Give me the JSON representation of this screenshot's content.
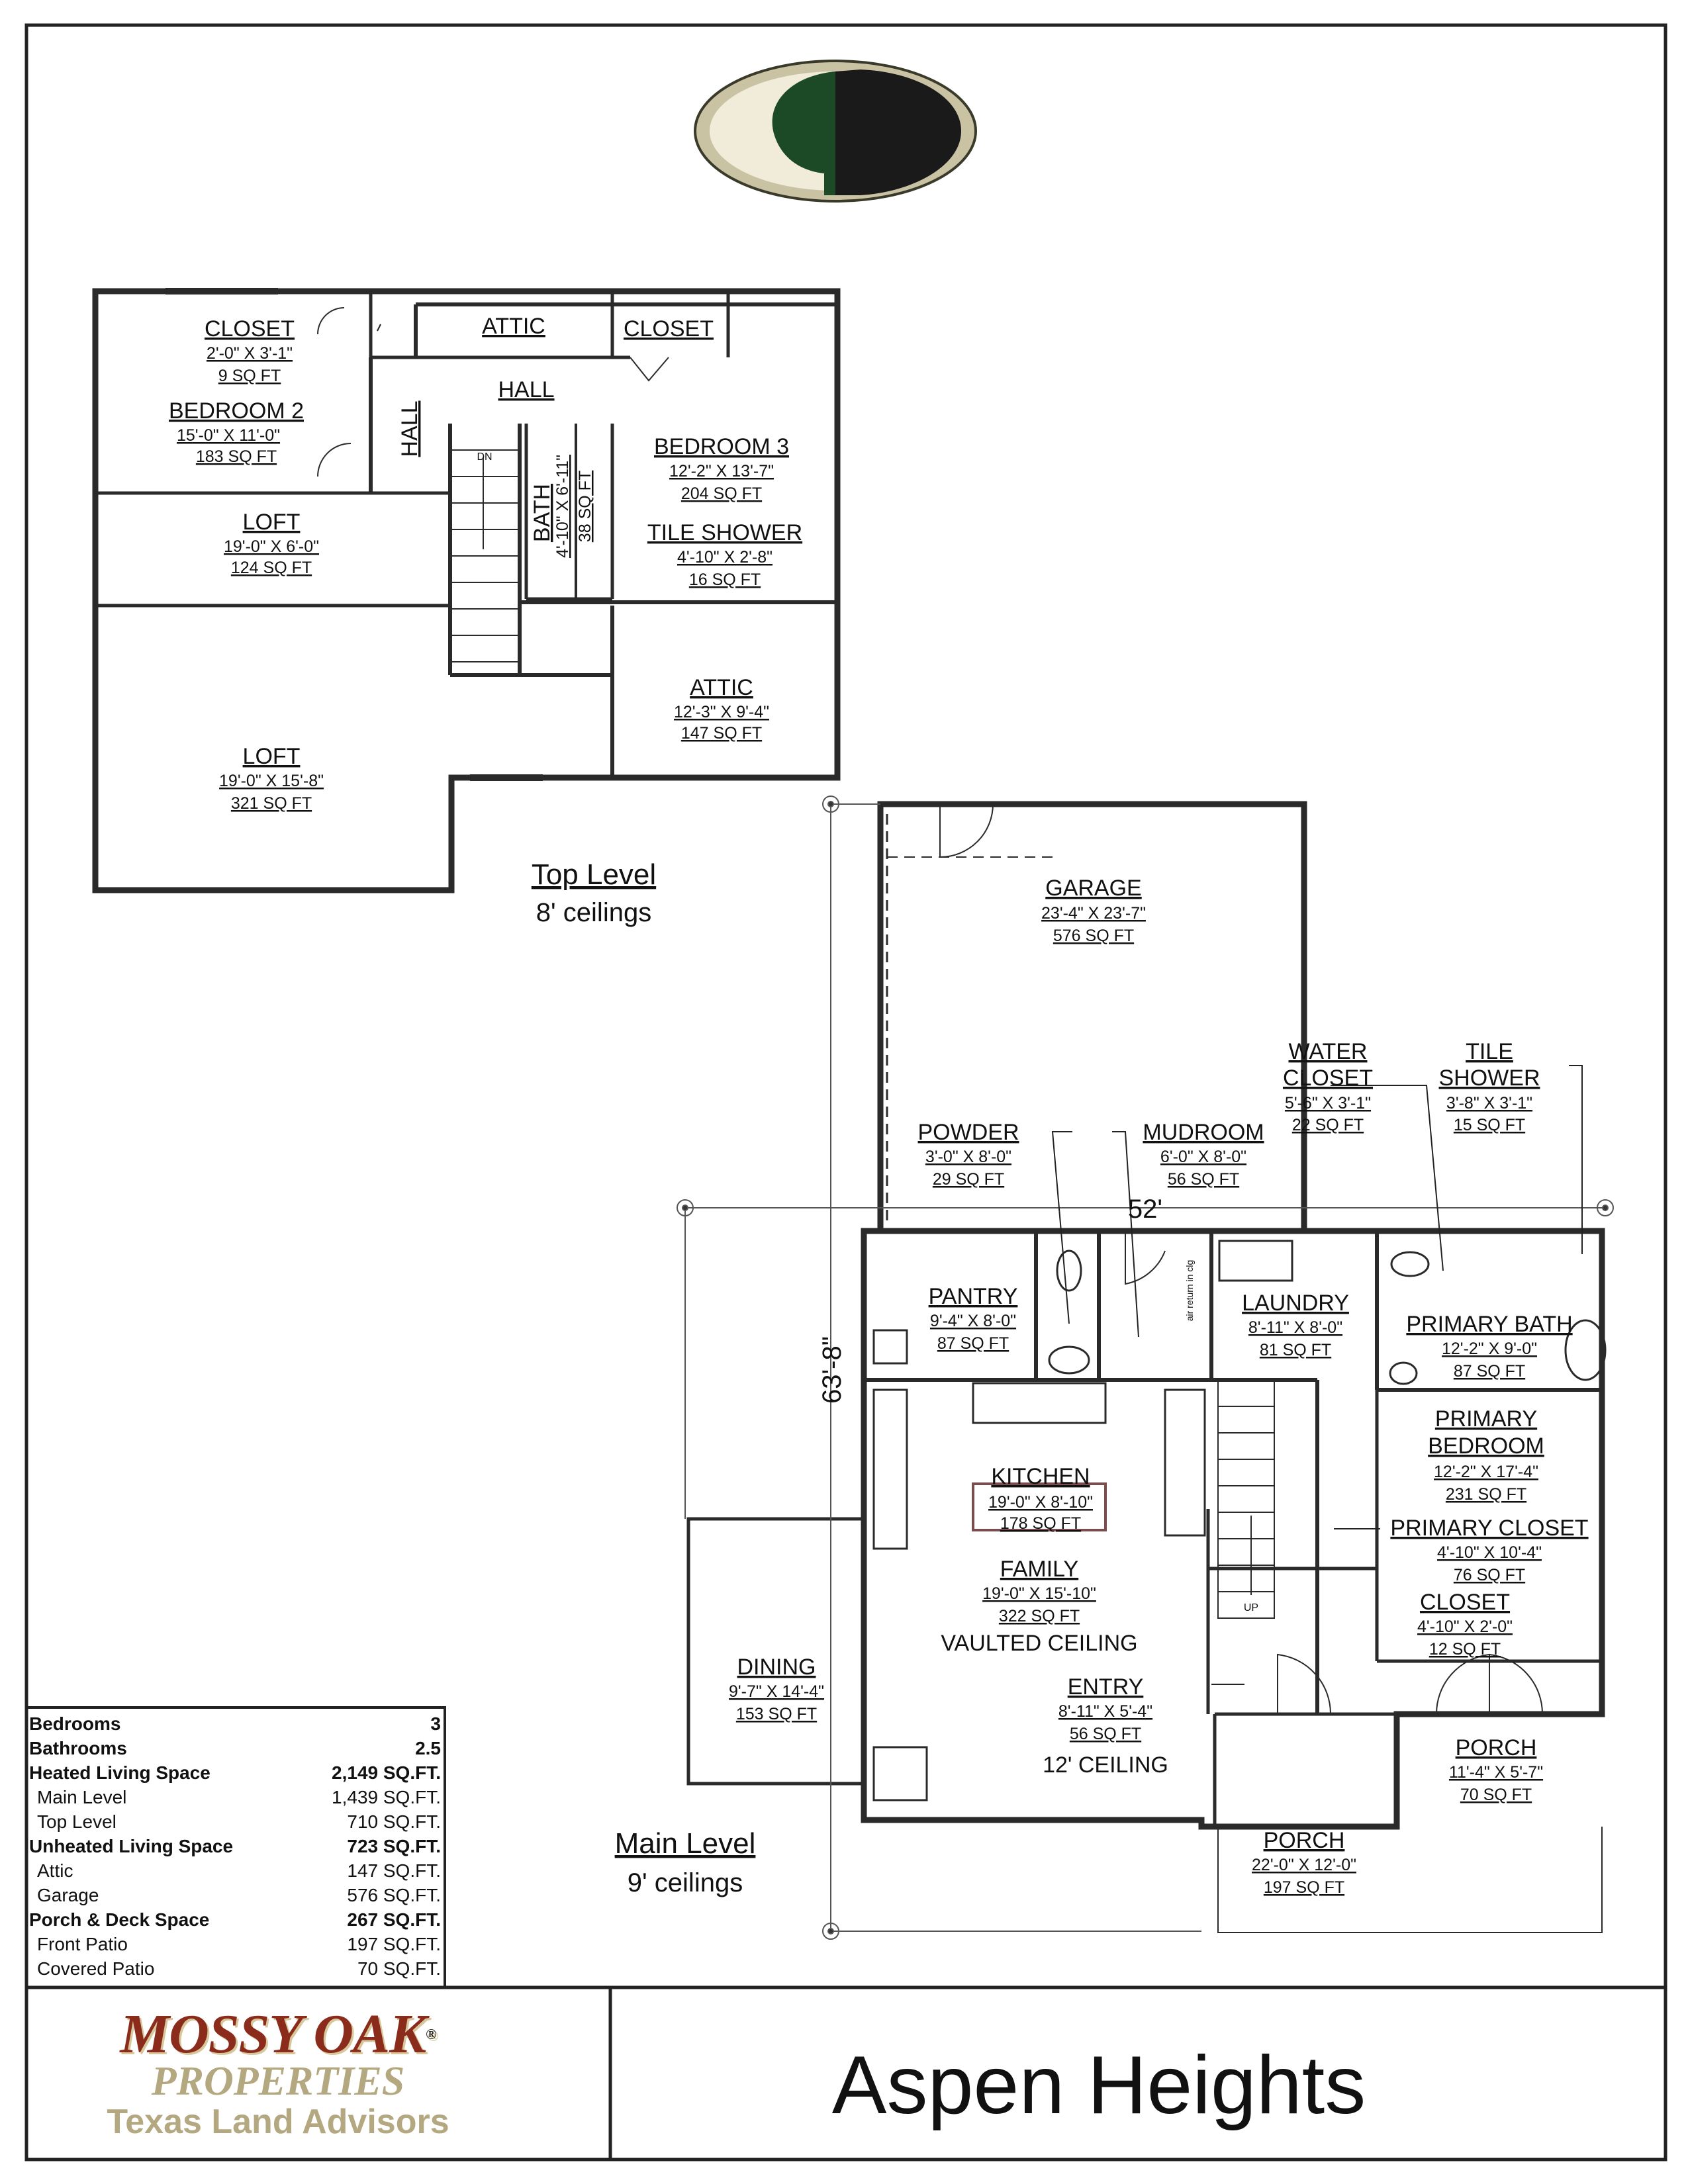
{
  "title": "Aspen Heights",
  "brand": {
    "line1": "MOSSY OAK",
    "reg": "®",
    "line2": "PROPERTIES",
    "line3": "Texas Land Advisors"
  },
  "levels": {
    "top": {
      "name": "Top Level",
      "ceiling": "8' ceilings"
    },
    "main": {
      "name": "Main Level",
      "ceiling": "9' ceilings"
    }
  },
  "rooms_top": {
    "closet_bed2": {
      "name": "CLOSET",
      "dim": "2'-0\" X 3'-1\"",
      "area": "9 SQ FT"
    },
    "attic_top": {
      "name": "ATTIC"
    },
    "closet_bed3": {
      "name": "CLOSET"
    },
    "hall_h": {
      "name": "HALL"
    },
    "hall_v": {
      "name": "HALL"
    },
    "bedroom2": {
      "name": "BEDROOM 2",
      "dim": "15'-0\" X 11'-0\"",
      "area": "183 SQ FT"
    },
    "bedroom3": {
      "name": "BEDROOM 3",
      "dim": "12'-2\" X 13'-7\"",
      "area": "204 SQ FT"
    },
    "bath": {
      "name": "BATH",
      "dim": "4'-10\" X 6'-11\"",
      "area": "38 SQ FT"
    },
    "tile_shower": {
      "name": "TILE SHOWER",
      "dim": "4'-10\" X 2'-8\"",
      "area": "16 SQ FT"
    },
    "loft_small": {
      "name": "LOFT",
      "dim": "19'-0\" X 6'-0\"",
      "area": "124 SQ FT"
    },
    "loft_large": {
      "name": "LOFT",
      "dim": "19'-0\" X 15'-8\"",
      "area": "321 SQ FT"
    },
    "attic": {
      "name": "ATTIC",
      "dim": "12'-3\" X 9'-4\"",
      "area": "147 SQ FT"
    },
    "stair_dn": "DN"
  },
  "rooms_main": {
    "garage": {
      "name": "GARAGE",
      "dim": "23'-4\" X 23'-7\"",
      "area": "576 SQ FT"
    },
    "water_closet": {
      "name1": "WATER",
      "name2": "CLOSET",
      "dim": "5'-6\" X 3'-1\"",
      "area": "22 SQ FT"
    },
    "tile_shower": {
      "name1": "TILE",
      "name2": "SHOWER",
      "dim": "3'-8\" X 3'-1\"",
      "area": "15 SQ FT"
    },
    "powder": {
      "name": "POWDER",
      "dim": "3'-0\" X 8'-0\"",
      "area": "29 SQ FT"
    },
    "mudroom": {
      "name": "MUDROOM",
      "dim": "6'-0\" X 8'-0\"",
      "area": "56 SQ FT"
    },
    "pantry": {
      "name": "PANTRY",
      "dim": "9'-4\" X 8'-0\"",
      "area": "87 SQ FT"
    },
    "laundry": {
      "name": "LAUNDRY",
      "dim": "8'-11\" X 8'-0\"",
      "area": "81 SQ FT"
    },
    "primary_bath": {
      "name": "PRIMARY BATH",
      "dim": "12'-2\" X 9'-0\"",
      "area": "87 SQ FT"
    },
    "primary_bedroom": {
      "name1": "PRIMARY",
      "name2": "BEDROOM",
      "dim": "12'-2\" X 17'-4\"",
      "area": "231 SQ FT"
    },
    "kitchen": {
      "name": "KITCHEN",
      "dim": "19'-0\" X 8'-10\"",
      "area": "178 SQ FT"
    },
    "primary_closet": {
      "name": "PRIMARY CLOSET",
      "dim": "4'-10\" X 10'-4\"",
      "area": "76 SQ FT"
    },
    "family": {
      "name": "FAMILY",
      "dim": "19'-0\" X 15'-10\"",
      "area": "322 SQ FT",
      "note": "VAULTED CEILING"
    },
    "closet": {
      "name": "CLOSET",
      "dim": "4'-10\" X 2'-0\"",
      "area": "12 SQ FT"
    },
    "dining": {
      "name": "DINING",
      "dim": "9'-7\" X 14'-4\"",
      "area": "153 SQ FT"
    },
    "entry": {
      "name": "ENTRY",
      "dim": "8'-11\" X 5'-4\"",
      "area": "56 SQ FT",
      "note": "12' CEILING"
    },
    "porch_small": {
      "name": "PORCH",
      "dim": "11'-4\" X 5'-7\"",
      "area": "70 SQ FT"
    },
    "porch_large": {
      "name": "PORCH",
      "dim": "22'-0\" X 12'-0\"",
      "area": "197 SQ FT"
    },
    "air_return": "air return in clg",
    "stair_up": "UP"
  },
  "dimensions": {
    "width": "52'",
    "depth": "63'-8\""
  },
  "stats": [
    {
      "label": "Bedrooms",
      "value": "3",
      "bold": true
    },
    {
      "label": "Bathrooms",
      "value": "2.5",
      "bold": true
    },
    {
      "label": "Heated Living Space",
      "value": "2,149 SQ.FT.",
      "bold": true
    },
    {
      "label": "Main Level",
      "value": "1,439 SQ.FT.",
      "bold": false
    },
    {
      "label": "Top Level",
      "value": "710 SQ.FT.",
      "bold": false
    },
    {
      "label": "Unheated Living Space",
      "value": "723 SQ.FT.",
      "bold": true
    },
    {
      "label": "Attic",
      "value": "147 SQ.FT.",
      "bold": false
    },
    {
      "label": "Garage",
      "value": "576 SQ.FT.",
      "bold": false
    },
    {
      "label": "Porch & Deck Space",
      "value": "267 SQ.FT.",
      "bold": true
    },
    {
      "label": "Front Patio",
      "value": "197 SQ.FT.",
      "bold": false
    },
    {
      "label": "Covered Patio",
      "value": "70 SQ.FT.",
      "bold": false
    }
  ],
  "colors": {
    "logo_green": "#1d4a26",
    "logo_tan": "#c9c3a3",
    "brand_red": "#8a2b1c",
    "brand_tan": "#b3a880",
    "wall": "#2a2a2a"
  }
}
